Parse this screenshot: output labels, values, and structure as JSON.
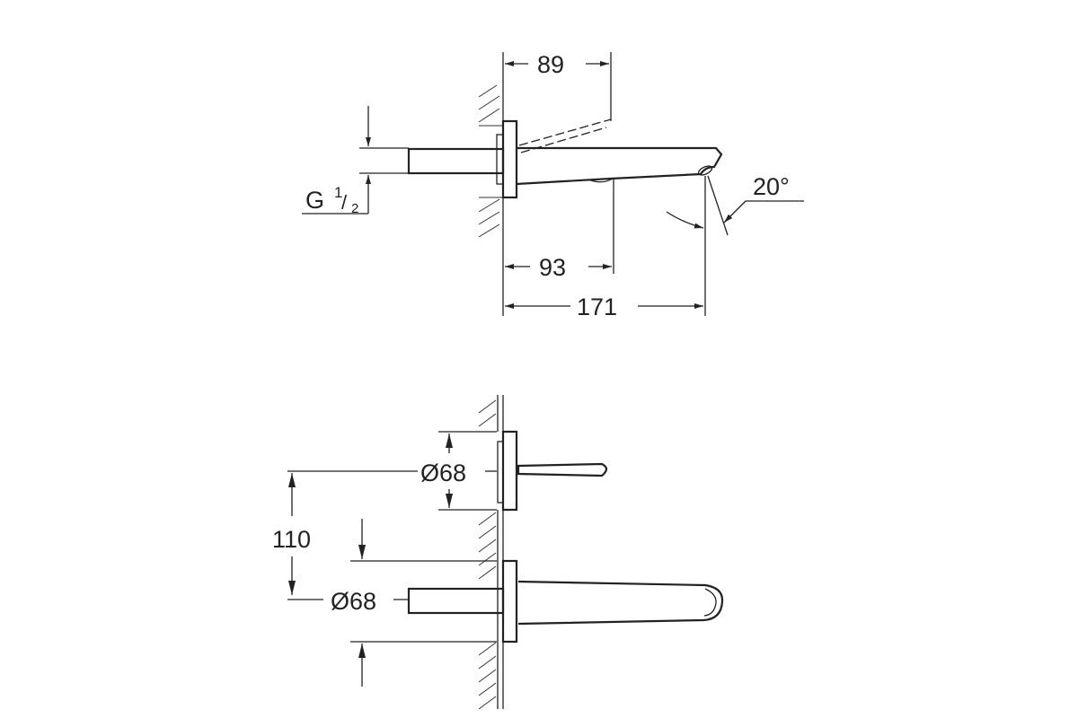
{
  "top_view": {
    "dim_89": "89",
    "dim_93": "93",
    "dim_171": "171",
    "angle": "20°",
    "thread_g": "G",
    "thread_num": "1",
    "thread_den": "2"
  },
  "front_view": {
    "diameter_top": "Ø68",
    "spacing": "110",
    "diameter_bottom": "Ø68"
  }
}
